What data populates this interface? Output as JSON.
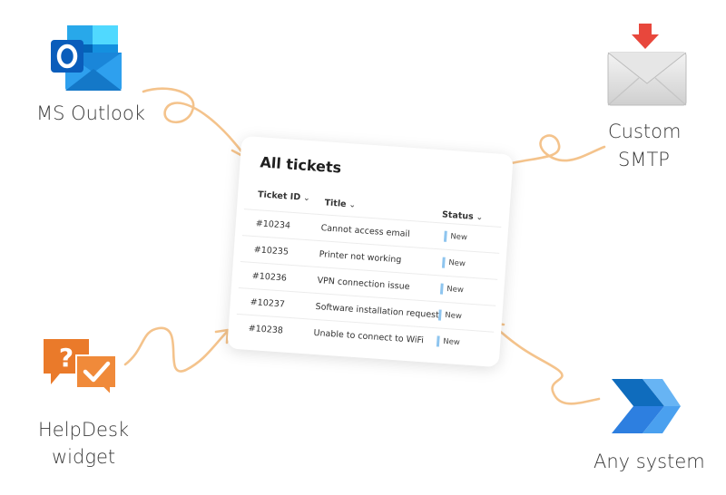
{
  "sources": {
    "outlook": "MS Outlook",
    "smtp_line1": "Custom",
    "smtp_line2": "SMTP",
    "helpdesk_line1": "HelpDesk",
    "helpdesk_line2": "widget",
    "any_system": "Any system"
  },
  "tickets_card": {
    "title": "All tickets",
    "columns": {
      "id": "Ticket ID",
      "title": "Title",
      "status": "Status"
    },
    "rows": [
      {
        "id": "#10234",
        "title": "Cannot access email",
        "status": "New"
      },
      {
        "id": "#10235",
        "title": "Printer not working",
        "status": "New"
      },
      {
        "id": "#10236",
        "title": "VPN connection issue",
        "status": "New"
      },
      {
        "id": "#10237",
        "title": "Software installation request",
        "status": "New"
      },
      {
        "id": "#10238",
        "title": "Unable to connect to WiFi",
        "status": "New"
      }
    ]
  },
  "colors": {
    "arrow": "#f4c38c",
    "status_bar": "#8ec5ef",
    "outlook_blue": "#1273d4",
    "helpdesk_orange": "#ea7a2a",
    "envelope_arrow": "#e8473c"
  },
  "icons": {
    "outlook": "outlook-logo-icon",
    "smtp": "incoming-envelope-icon",
    "helpdesk": "chat-question-check-icon",
    "any_system": "power-automate-logo-icon"
  }
}
